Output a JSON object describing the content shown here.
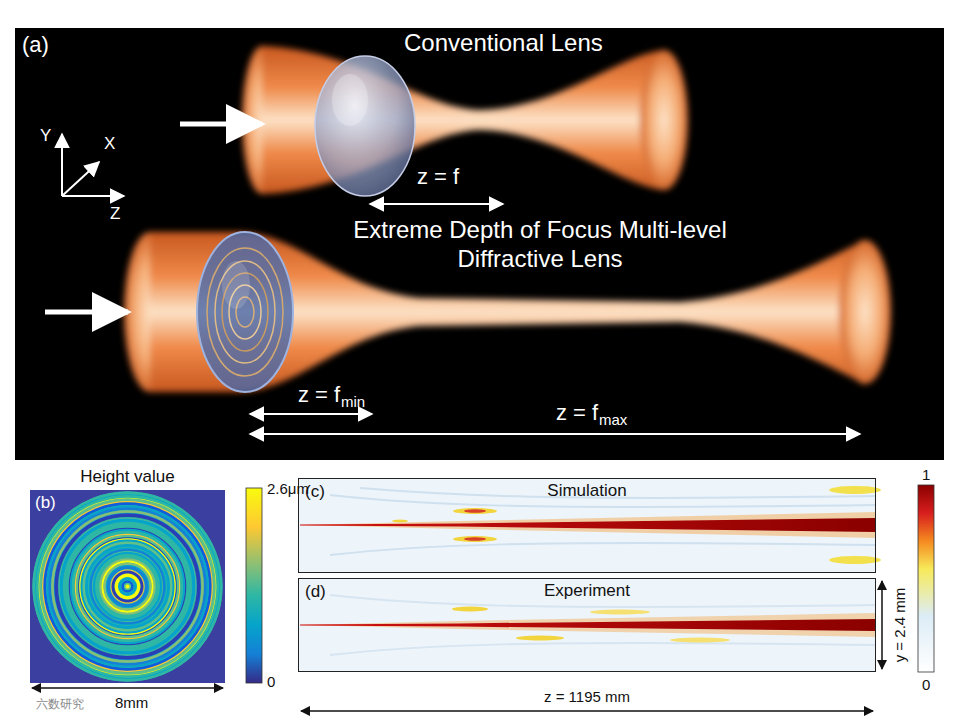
{
  "diagram": {
    "nodes": [
      {
        "text": [
          "(a)"
        ]
      },
      {
        "text": [
          "Height value",
          "(b)"
        ]
      },
      {
        "text": [
          "(c)",
          "Simulation"
        ]
      },
      {
        "text": [
          "(d)",
          "Experiment"
        ]
      }
    ],
    "labels": [
      "Conventional Lens",
      "Y",
      "X",
      "Z",
      "z = f",
      "Extreme Depth of Focus Multi-level Diffractive Lens",
      "z = f",
      "min",
      "z = f",
      "max",
      "2.6μm",
      "0",
      "8mm",
      "1",
      "0",
      "y = 2.4 mm",
      "z = 1195 mm",
      "六数研究"
    ]
  }
}
